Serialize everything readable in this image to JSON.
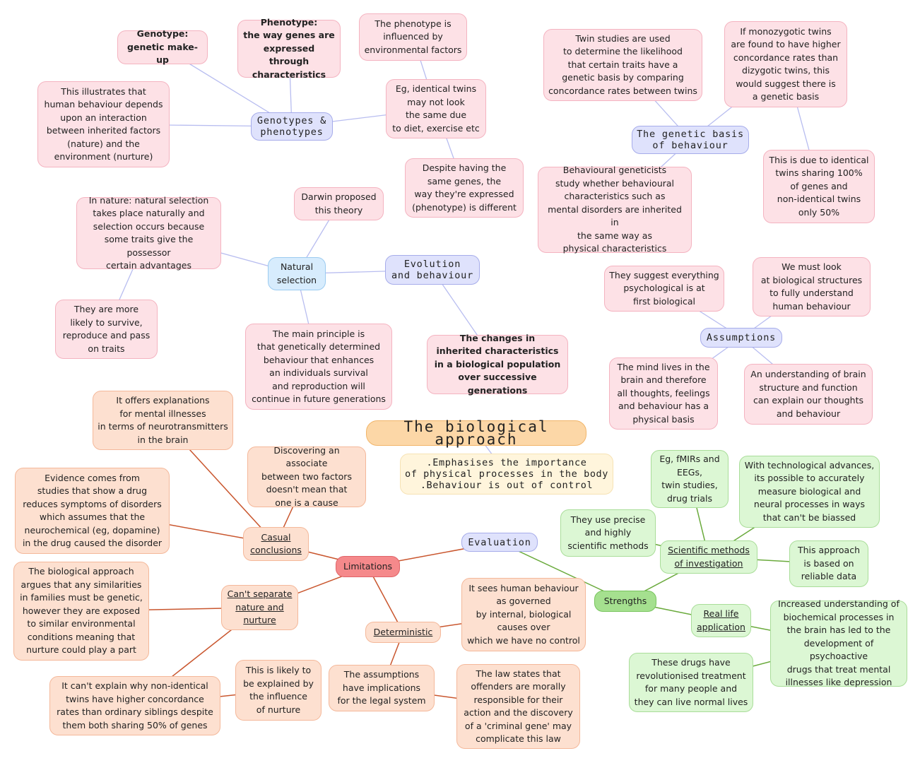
{
  "diagram": {
    "central": {
      "title": "The biological approach",
      "note": ".Emphasises the importance\nof physical processes in the body\n.Behaviour is out of control"
    },
    "genotypes": {
      "hub": "Genotypes &\nphenotypes",
      "genotype_def": "Genotype:\ngenetic make-up",
      "phenotype_def": "Phenotype:\nthe way genes are\nexpressed through\ncharacteristics",
      "phenotype_influence": "The phenotype is\ninfluenced by\nenvironmental factors",
      "interaction": "This illustrates that\nhuman behaviour depends\nupon an interaction\nbetween inherited factors\n(nature) and the\nenvironment (nurture)",
      "twins_example": "Eg, identical twins\nmay not look\nthe same due\nto diet, exercise etc",
      "same_genes": "Despite having the\nsame genes, the\nway they're expressed\n(phenotype) is different"
    },
    "genetic_basis": {
      "hub": "The genetic basis\nof behaviour",
      "twin_studies": "Twin studies are used\nto determine the likelihood\nthat certain traits have a\ngenetic basis by comparing\nconcordance rates between twins",
      "monozygotic": "If monozygotic twins\nare found to have higher\nconcordance rates than\ndizygotic twins, this\nwould suggest there is\na genetic basis",
      "identical_share": "This is due to identical\ntwins sharing 100%\nof genes and\nnon-identical twins\nonly 50%",
      "geneticists": "Behavioural geneticists\nstudy whether behavioural\ncharacteristics such as\nmental disorders are inherited in\nthe same way as\nphysical characteristics"
    },
    "evolution": {
      "hub": "Evolution\nand behaviour",
      "natural_selection": "Natural\nselection",
      "darwin": "Darwin proposed\nthis theory",
      "in_nature": "In nature: natural selection\ntakes place naturally and\nselection occurs because\nsome traits give the possessor\ncertain advantages",
      "survive": "They are more\nlikely to survive,\nreproduce and pass\non traits",
      "principle": "The main principle is\nthat genetically determined\nbehaviour that enhances\nan individuals survival\nand reproduction will\ncontinue in future generations",
      "changes": "The changes in\ninherited characteristics\nin a biological population\nover successive generations"
    },
    "assumptions": {
      "hub": "Assumptions",
      "biological": "They suggest everything\npsychological is at\nfirst biological",
      "structures": "We must look\nat biological structures\nto fully understand\nhuman behaviour",
      "mind": "The mind lives in the\nbrain and therefore\nall thoughts, feelings\nand behaviour has a\nphysical basis",
      "brain": "An understanding of brain\nstructure and function\ncan explain our thoughts\nand behaviour"
    },
    "evaluation": {
      "hub": "Evaluation",
      "limitations": {
        "hub": "Limitations",
        "causal": "Casual\nconclusions",
        "neuro": "It offers explanations\nfor mental illnesses\nin terms of neurotransmitters\nin the brain",
        "associate": "Discovering an associate\nbetween two factors\ndoesn't mean that\none is a cause",
        "evidence": "Evidence comes from\nstudies that show a drug\nreduces symptoms of disorders\nwhich assumes that the\nneurochemical (eg, dopamine)\nin the drug caused the disorder",
        "cant_separate": "Can't separate\nnature and\nnurture",
        "similarities": "The biological approach\nargues that any similarities\nin families must be genetic,\nhowever they are exposed\nto similar environmental\nconditions meaning that\nnurture could play a part",
        "non_identical": "It can't explain why non-identical\ntwins have higher concordance\nrates than ordinary siblings despite\nthem both sharing 50% of genes",
        "likely": "This is likely to\nbe explained by\nthe influence\nof nurture",
        "deterministic": "Deterministic",
        "governed": "It sees human behaviour\nas governed\nby internal, biological\ncauses over\nwhich we have no control",
        "legal": "The assumptions\nhave implications\nfor the legal system",
        "law": "The law states that\noffenders are morally\nresponsible for their\naction and the discovery\nof a 'criminal gene' may\ncomplicate this law"
      },
      "strengths": {
        "hub": "Strengths",
        "scientific": "Scientific methods\nof investigation",
        "fmri": "Eg, fMIRs and\nEEGs,\ntwin studies,\ndrug trials",
        "tech": "With technological advances,\nits possible to accurately\nmeasure biological and\nneural processes in ways\nthat can't be biassed",
        "precise": "They use precise\nand highly\nscientific methods",
        "reliable": "This approach\nis based on\nreliable data",
        "real_life": "Real life\napplication",
        "biochem": "Increased understanding of\nbiochemical processes in\nthe brain has led to the\ndevelopment of psychoactive\ndrugs that treat mental\nillnesses like depression",
        "drugs": "These drugs have\nrevolutionised treatment\nfor many people and\nthey can live normal lives"
      }
    },
    "colors": {
      "pink_link": "#b8bdf0",
      "orange_link": "#c9562e",
      "green_link": "#6aaa3c"
    }
  }
}
